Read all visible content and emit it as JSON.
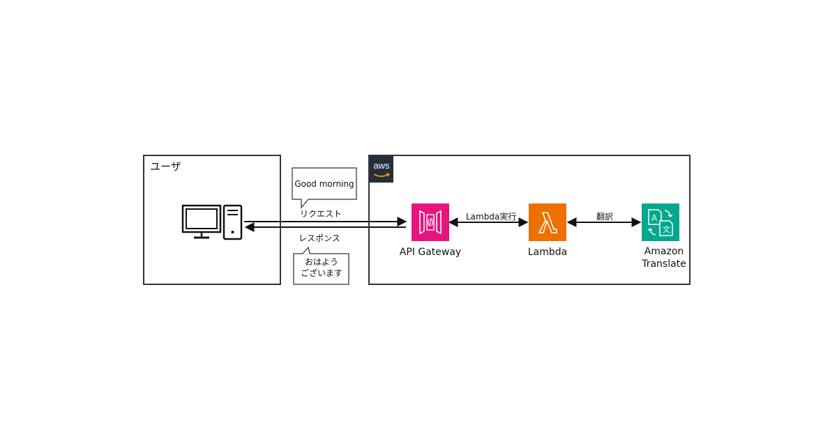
{
  "user_box": {
    "title": "ユーザ"
  },
  "aws_box": {
    "logo_text": "aws"
  },
  "bubbles": {
    "request_message": "Good morning",
    "response_message": "おはよう\nございます"
  },
  "labels": {
    "request": "リクエスト",
    "response": "レスポンス",
    "lambda_exec": "Lambda実行",
    "translate": "翻訳"
  },
  "services": {
    "api_gateway": "API Gateway",
    "lambda": "Lambda",
    "translate": "Amazon\nTranslate"
  },
  "colors": {
    "api_gateway": "#e7157b",
    "lambda": "#ed7100",
    "translate": "#01a88d",
    "aws_logo_bg": "#232f3e"
  }
}
